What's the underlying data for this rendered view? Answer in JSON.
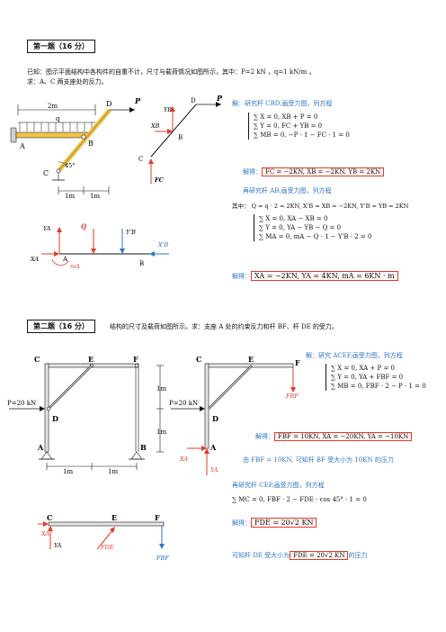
{
  "p1": {
    "title": "第一题（16 分）",
    "given": "已知：图示平面结构中各构件的自重不计，尺寸与载荷情况如图所示，其中：P=2 kN ，q=1 kN/m 。",
    "ask": "求：A、C 两支座处的反力。",
    "fig_labels": {
      "dim_top": "2m",
      "q": "q",
      "D": "D",
      "P": "P",
      "A": "A",
      "B": "B",
      "C": "C",
      "angle": "45°",
      "dim1": "1m",
      "dim2": "1m",
      "fb_YB": "YB",
      "fb_XB": "XB",
      "fb_D": "D",
      "fb_P": "P",
      "fb_B": "B",
      "fb_C": "C",
      "fb_FC": "FC",
      "ab_YA": "YA",
      "ab_Q": "Q",
      "ab_YB": "Y'B",
      "ab_XB": "X'B",
      "ab_XA": "XA",
      "ab_A": "A",
      "ab_mA": "mA",
      "ab_B": "B"
    },
    "sol1": "解：研究杆 CBD,画受力图，列方程",
    "eqs1": [
      "∑ X = 0, XB + P = 0",
      "∑ Y = 0, FC + YB = 0",
      "∑ MB = 0, −P · 1 − FC · 1 = 0"
    ],
    "res1_prefix": "解得：",
    "res1": "FC = −2KN, XB = −2KN, YB = 2KN",
    "sol2": "再研究杆 AB,画受力图，列方程",
    "where": "其中：  Q = q · 2 = 2KN, X'B = XB = −2KN, Y'B = YB = 2KN",
    "eqs2": [
      "∑ X = 0, XA − XB = 0",
      "∑ Y = 0, YA − YB − Q = 0",
      "∑ MA = 0, mA − Q · 1 − Y'B · 2 = 0"
    ],
    "res2_prefix": "解得：",
    "res2": "XA = −2KN, YA = 4KN, mA = 6KN · m"
  },
  "p2": {
    "title": "第二题（16 分）",
    "desc": "结构的尺寸及载荷如图所示。求：支座 A 处的约束反力和杆 BF、杆 DE 的受力。",
    "fig_labels": {
      "C": "C",
      "E": "E",
      "F": "F",
      "P": "P=20 kN",
      "D": "D",
      "A": "A",
      "B": "B",
      "dim_v1": "1m",
      "dim_v2": "1m",
      "dim_h1": "1m",
      "dim_h2": "1m",
      "r_C": "C",
      "r_E": "E",
      "r_F": "F",
      "r_FBF": "FBF",
      "r_P": "P=20 kN",
      "r_D": "D",
      "r_A": "A",
      "r_XA": "XA",
      "r_YA": "YA",
      "b_C": "C",
      "b_E": "E",
      "b_F": "F",
      "b_XA": "XA",
      "b_YA": "YA",
      "b_FDE": "FDE",
      "b_FBF": "FBF"
    },
    "sol1": "解：研究 ACEF,画受力图，列方程",
    "eqs1": [
      "∑ X = 0, XA + P = 0",
      "∑ Y = 0, YA + FBF = 0",
      "∑ MB = 0, FBF · 2 − P · 1 = 0"
    ],
    "res1_prefix": "解得：",
    "res1": "FBF = 10KN, XA = −20KN, YA = −10KN",
    "note1": "由 FBF = 10KN,  可知杆 BF 受大小为 10KN 的压力",
    "sol2": "再研究杆 CEF,画受力图，列方程",
    "eq2": "∑ MC = 0, FBF · 2 − FDE · cos 45° · 1 = 0",
    "res2_prefix": "解得：",
    "res2": "FDE = 20√2 KN",
    "note2_prefix": "可知杆 DE 受大小为",
    "note2_value": "FDE = 20√2 KN",
    "note2_suffix": "的压力"
  },
  "colors": {
    "red": "#e23b2b",
    "blue": "#2f74c5",
    "beam": "#f0c24a"
  }
}
